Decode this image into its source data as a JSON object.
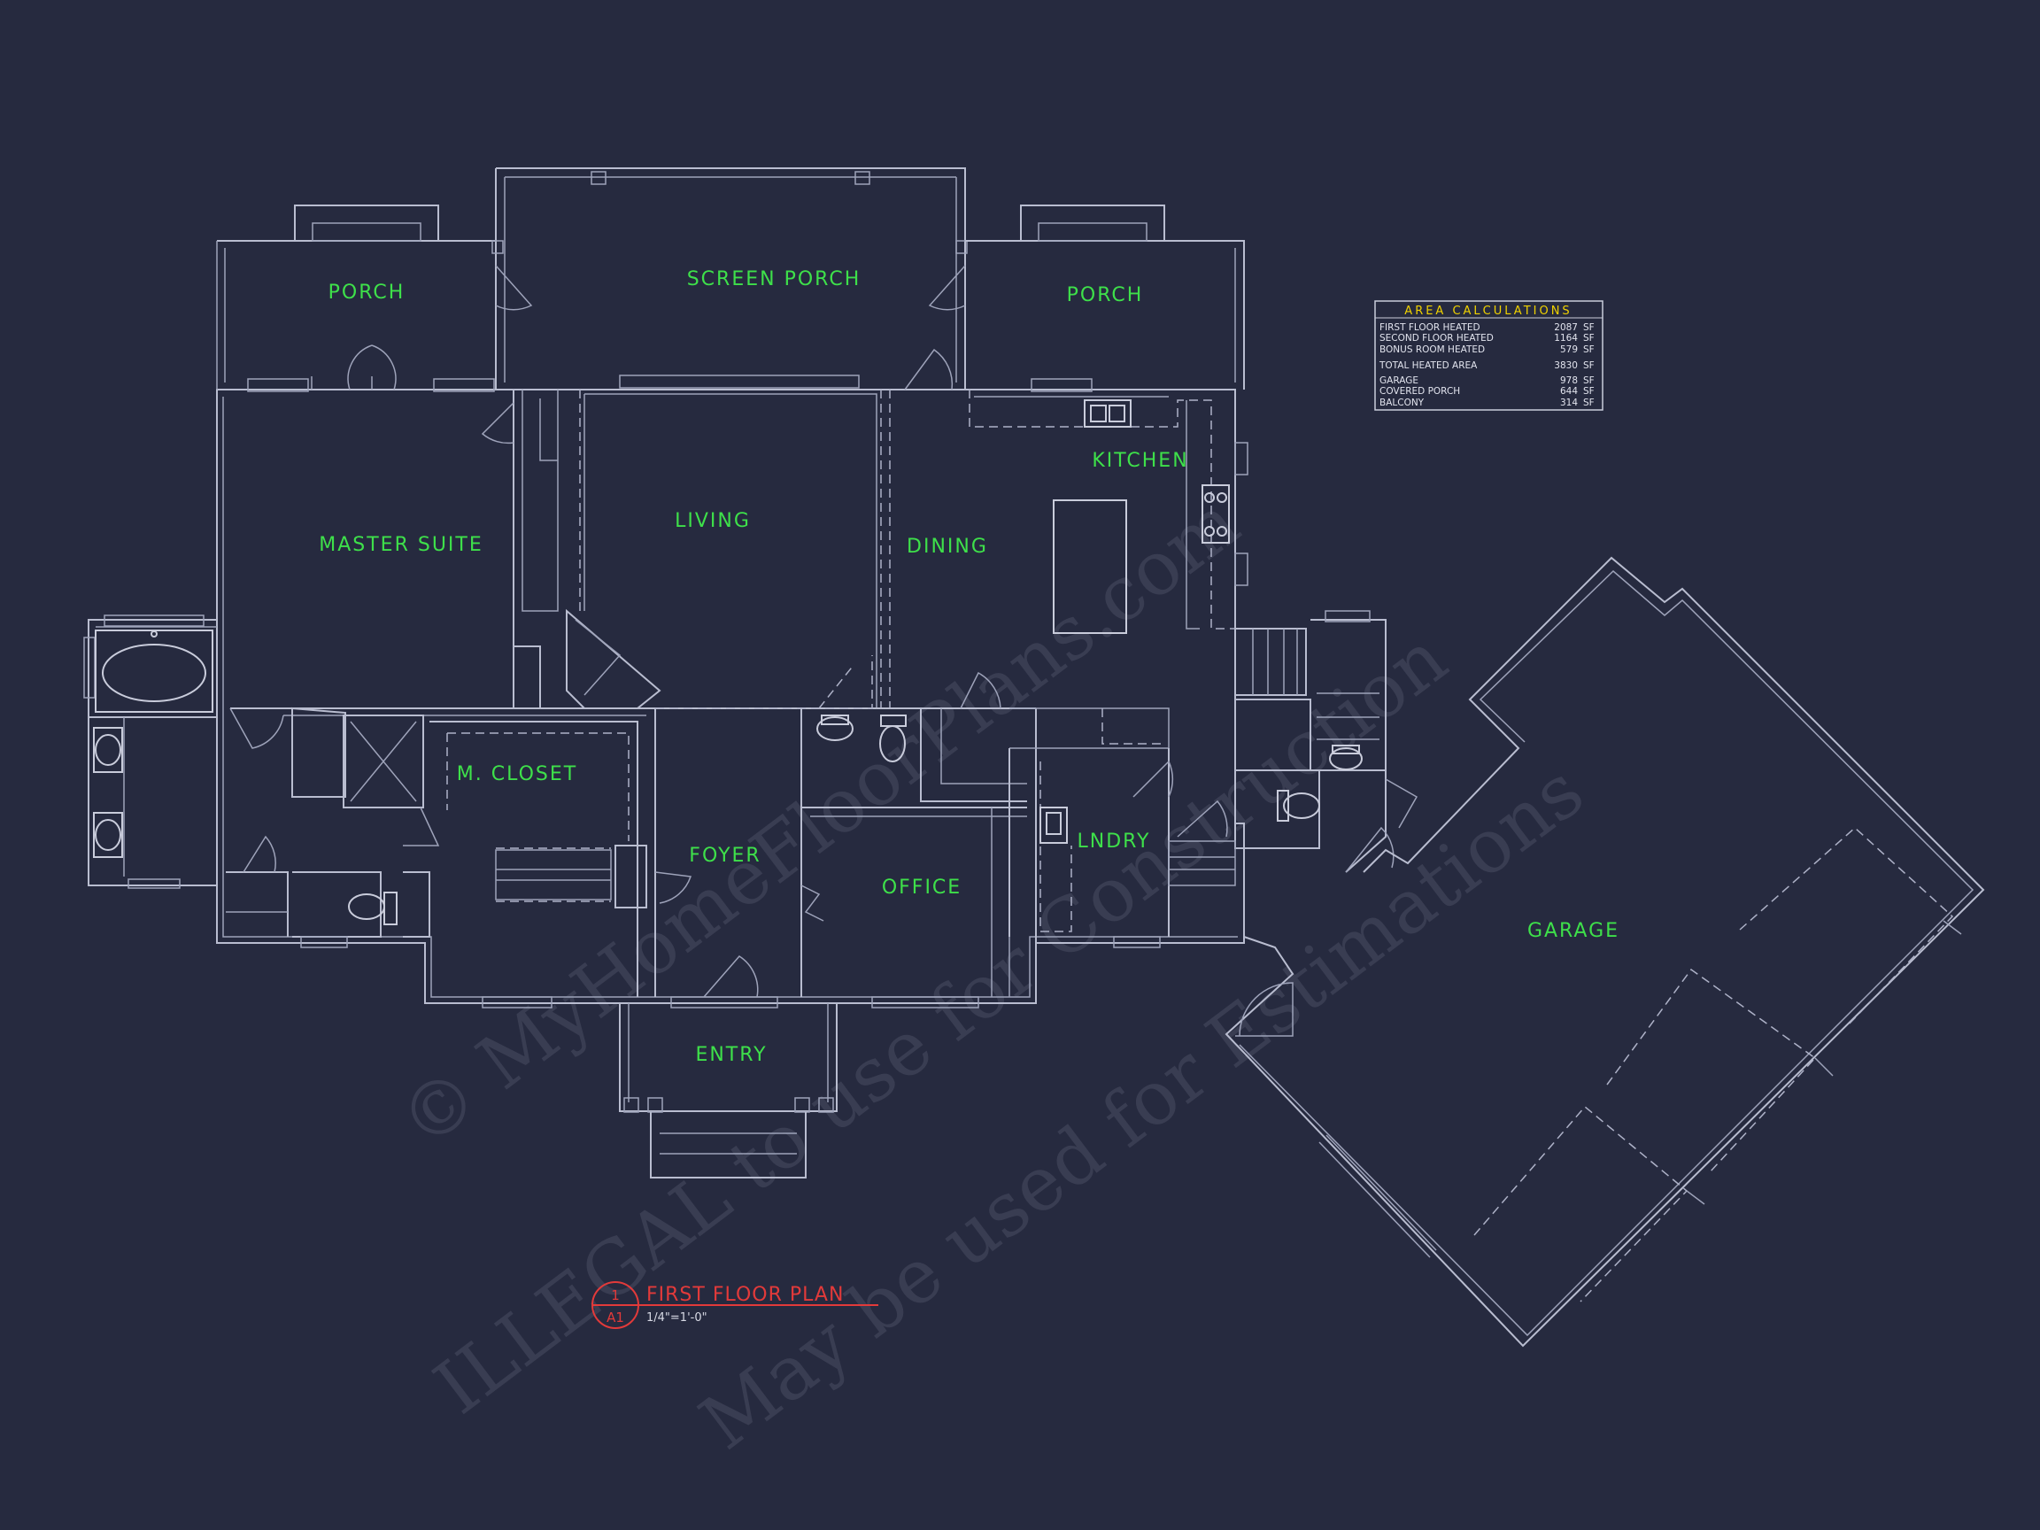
{
  "rooms": {
    "porch_left": "PORCH",
    "screen_porch": "SCREEN PORCH",
    "porch_right": "PORCH",
    "kitchen": "KITCHEN",
    "master_suite": "MASTER SUITE",
    "living": "LIVING",
    "dining": "DINING",
    "m_closet": "M. CLOSET",
    "lndry": "LNDRY",
    "foyer": "FOYER",
    "office": "OFFICE",
    "entry": "ENTRY",
    "garage": "GARAGE"
  },
  "area_table": {
    "title": "AREA CALCULATIONS",
    "rows": [
      {
        "label": "FIRST FLOOR HEATED",
        "value": "2087",
        "unit": "SF"
      },
      {
        "label": "SECOND FLOOR HEATED",
        "value": "1164",
        "unit": "SF"
      },
      {
        "label": "BONUS ROOM HEATED",
        "value": "579",
        "unit": "SF"
      },
      {
        "label": "TOTAL HEATED AREA",
        "value": "3830",
        "unit": "SF"
      },
      {
        "label": "GARAGE",
        "value": "978",
        "unit": "SF"
      },
      {
        "label": "COVERED PORCH",
        "value": "644",
        "unit": "SF"
      },
      {
        "label": "BALCONY",
        "value": "314",
        "unit": "SF"
      }
    ]
  },
  "drawing_title": {
    "number": "1",
    "sheet": "A1",
    "title": "FIRST FLOOR PLAN",
    "scale": "1/4\"=1'-0\""
  },
  "watermark": {
    "line1": "© MyHomeFloorPlans.com",
    "line2": "ILLEGAL to use for Construction",
    "line3": "May be used for Estimations"
  },
  "colors": {
    "background": "#262a3f",
    "wall": "#b9bdd0",
    "room_label": "#3ee04a",
    "title": "#e23a3a",
    "table_title": "#f0d200"
  }
}
